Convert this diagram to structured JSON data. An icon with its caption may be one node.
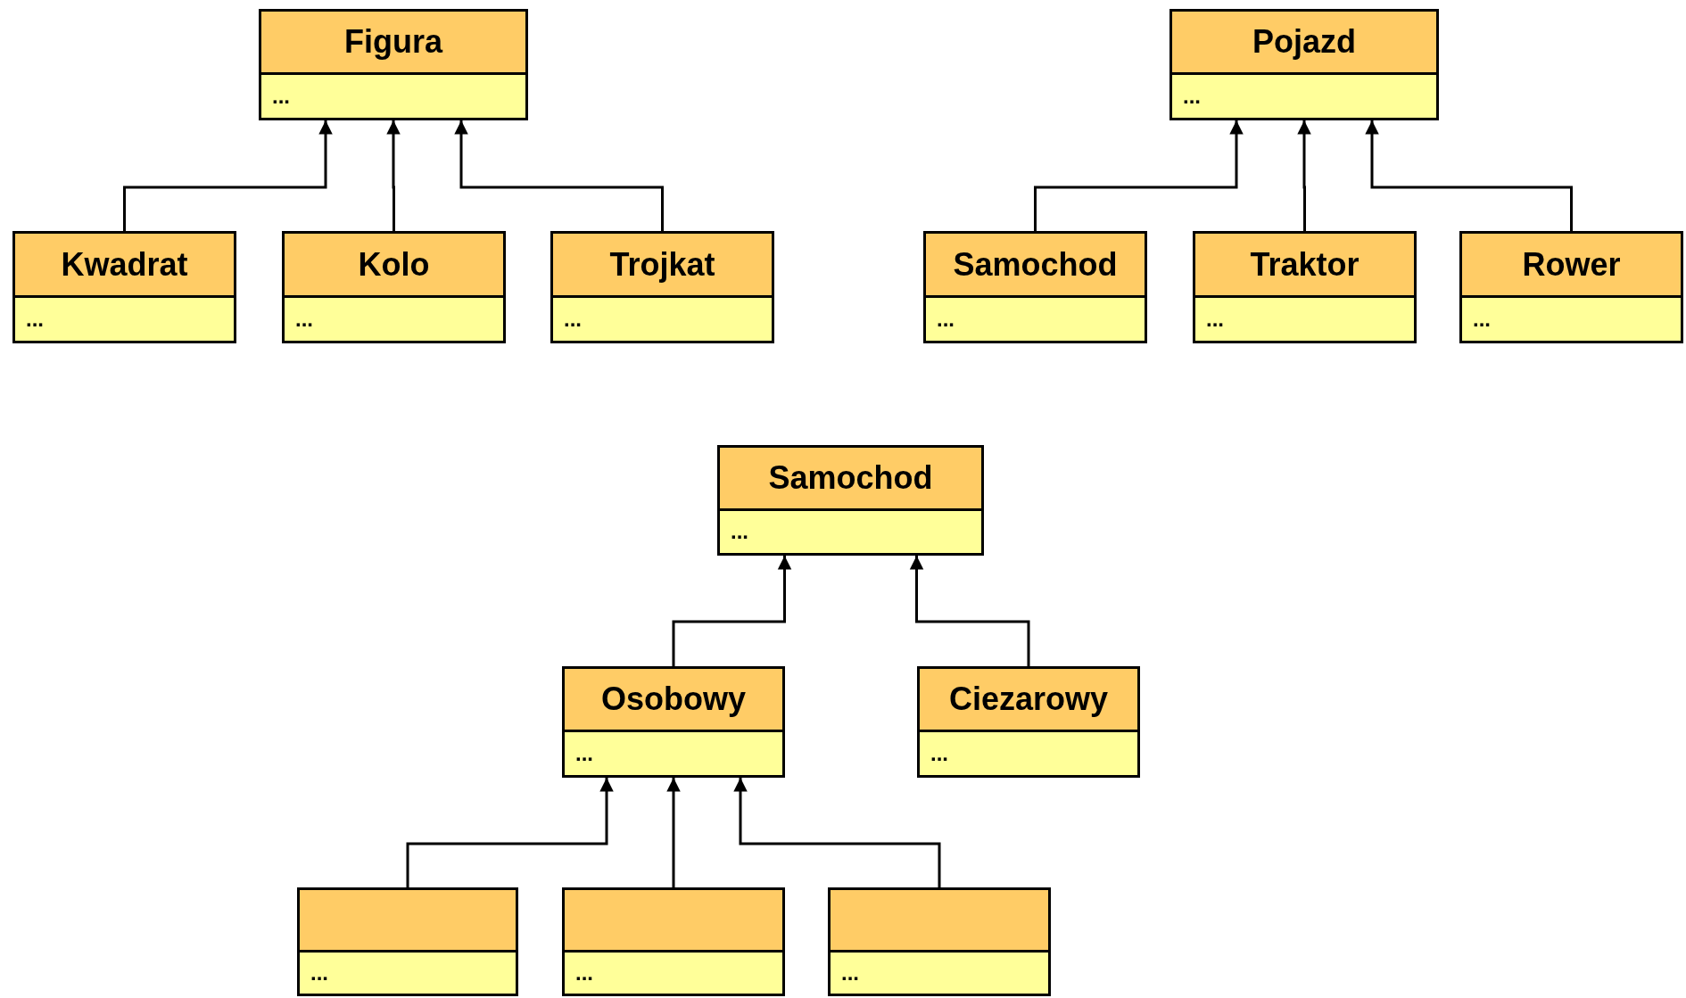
{
  "diagram": {
    "nodes": [
      {
        "text": [
          "Figura",
          "..."
        ]
      },
      {
        "text": [
          "Kwadrat",
          "..."
        ]
      },
      {
        "text": [
          "Kolo",
          "..."
        ]
      },
      {
        "text": [
          "Trojkat",
          "..."
        ]
      },
      {
        "text": [
          "Pojazd",
          "..."
        ]
      },
      {
        "text": [
          "Samochod",
          "..."
        ]
      },
      {
        "text": [
          "Traktor",
          "..."
        ]
      },
      {
        "text": [
          "Rower",
          "..."
        ]
      },
      {
        "text": [
          "Samochod",
          "..."
        ]
      },
      {
        "text": [
          "Osobowy",
          "..."
        ]
      },
      {
        "text": [
          "Ciezarowy",
          "..."
        ]
      },
      {
        "text": [
          "..."
        ]
      },
      {
        "text": [
          "..."
        ]
      },
      {
        "text": [
          "..."
        ]
      }
    ],
    "edges": [
      {
        "from": 1,
        "to": 0,
        "arrow": "to"
      },
      {
        "from": 2,
        "to": 0,
        "arrow": "to"
      },
      {
        "from": 3,
        "to": 0,
        "arrow": "to"
      },
      {
        "from": 5,
        "to": 4,
        "arrow": "to"
      },
      {
        "from": 6,
        "to": 4,
        "arrow": "to"
      },
      {
        "from": 7,
        "to": 4,
        "arrow": "to"
      },
      {
        "from": 9,
        "to": 8,
        "arrow": "to"
      },
      {
        "from": 10,
        "to": 8,
        "arrow": "to"
      },
      {
        "from": 11,
        "to": 9,
        "arrow": "to"
      },
      {
        "from": 12,
        "to": 9,
        "arrow": "to"
      },
      {
        "from": 13,
        "to": 9,
        "arrow": "to"
      }
    ]
  }
}
